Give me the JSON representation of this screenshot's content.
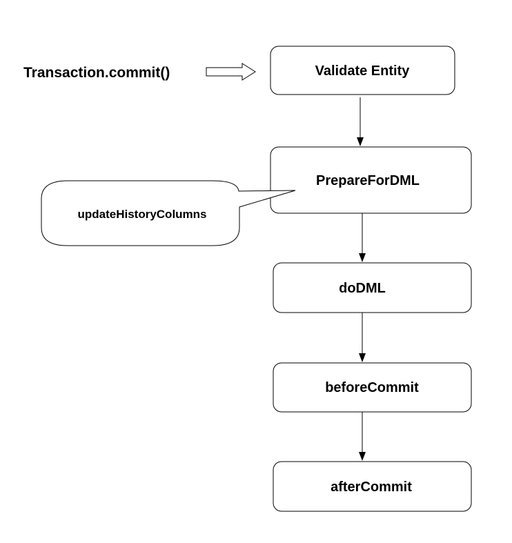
{
  "trigger": {
    "label": "Transaction.commit()"
  },
  "nodes": {
    "validate_entity": "Validate Entity",
    "prepare_for_dml": "PrepareForDML",
    "do_dml": "doDML",
    "before_commit": "beforeCommit",
    "after_commit": "afterCommit"
  },
  "callout": {
    "label": "updateHistoryColumns"
  },
  "edges": [
    {
      "from": "validate_entity",
      "to": "prepare_for_dml"
    },
    {
      "from": "prepare_for_dml",
      "to": "do_dml"
    },
    {
      "from": "do_dml",
      "to": "before_commit"
    },
    {
      "from": "before_commit",
      "to": "after_commit"
    }
  ]
}
